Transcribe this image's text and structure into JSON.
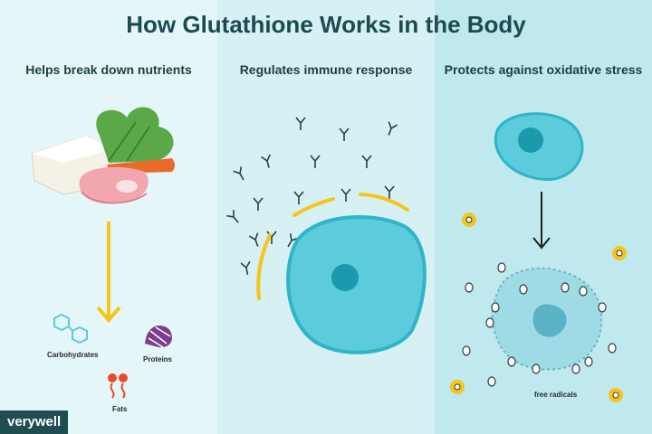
{
  "title": "How Glutathione Works in the Body",
  "panels": [
    {
      "heading": "Helps break down nutrients",
      "labels": {
        "carbohydrates": "Carbohydrates",
        "proteins": "Proteins",
        "fats": "Fats"
      }
    },
    {
      "heading": "Regulates immune response"
    },
    {
      "heading": "Protects against oxidative stress",
      "labels": {
        "free_radicals": "free radicals"
      }
    }
  ],
  "brand": "verywell",
  "colors": {
    "teal_cell": "#5ccbdc",
    "cell_outline": "#2fb4c8",
    "nucleus": "#1a9aac",
    "yellow": "#f5c51a",
    "dark": "#1f4d52"
  }
}
